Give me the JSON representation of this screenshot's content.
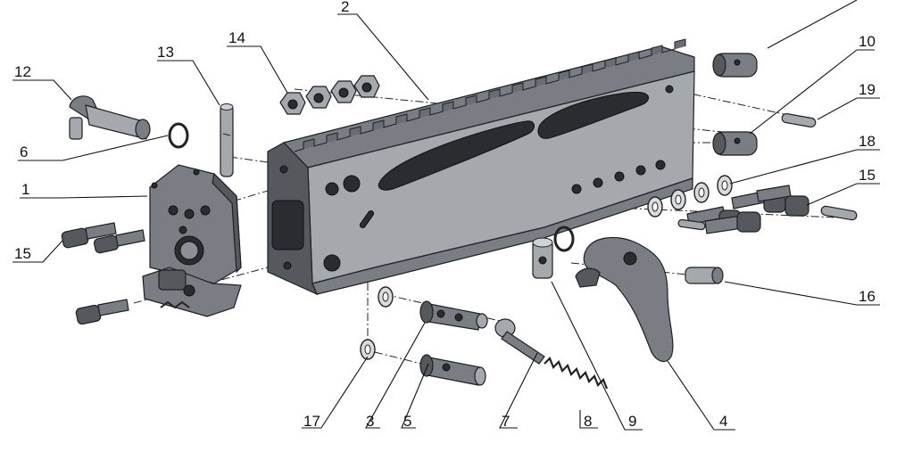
{
  "diagram": {
    "callouts": [
      {
        "id": "c1",
        "number": "1"
      },
      {
        "id": "c2",
        "number": "2"
      },
      {
        "id": "c3",
        "number": "3"
      },
      {
        "id": "c4",
        "number": "4"
      },
      {
        "id": "c5",
        "number": "5"
      },
      {
        "id": "c6",
        "number": "6"
      },
      {
        "id": "c7",
        "number": "7"
      },
      {
        "id": "c8",
        "number": "8"
      },
      {
        "id": "c9",
        "number": "9"
      },
      {
        "id": "c10",
        "number": "10"
      },
      {
        "id": "c12",
        "number": "12"
      },
      {
        "id": "c13",
        "number": "13"
      },
      {
        "id": "c14",
        "number": "14"
      },
      {
        "id": "c15a",
        "number": "15"
      },
      {
        "id": "c15b",
        "number": "15"
      },
      {
        "id": "c16",
        "number": "16"
      },
      {
        "id": "c17",
        "number": "17"
      },
      {
        "id": "c18",
        "number": "18"
      },
      {
        "id": "c19",
        "number": "19"
      }
    ]
  }
}
